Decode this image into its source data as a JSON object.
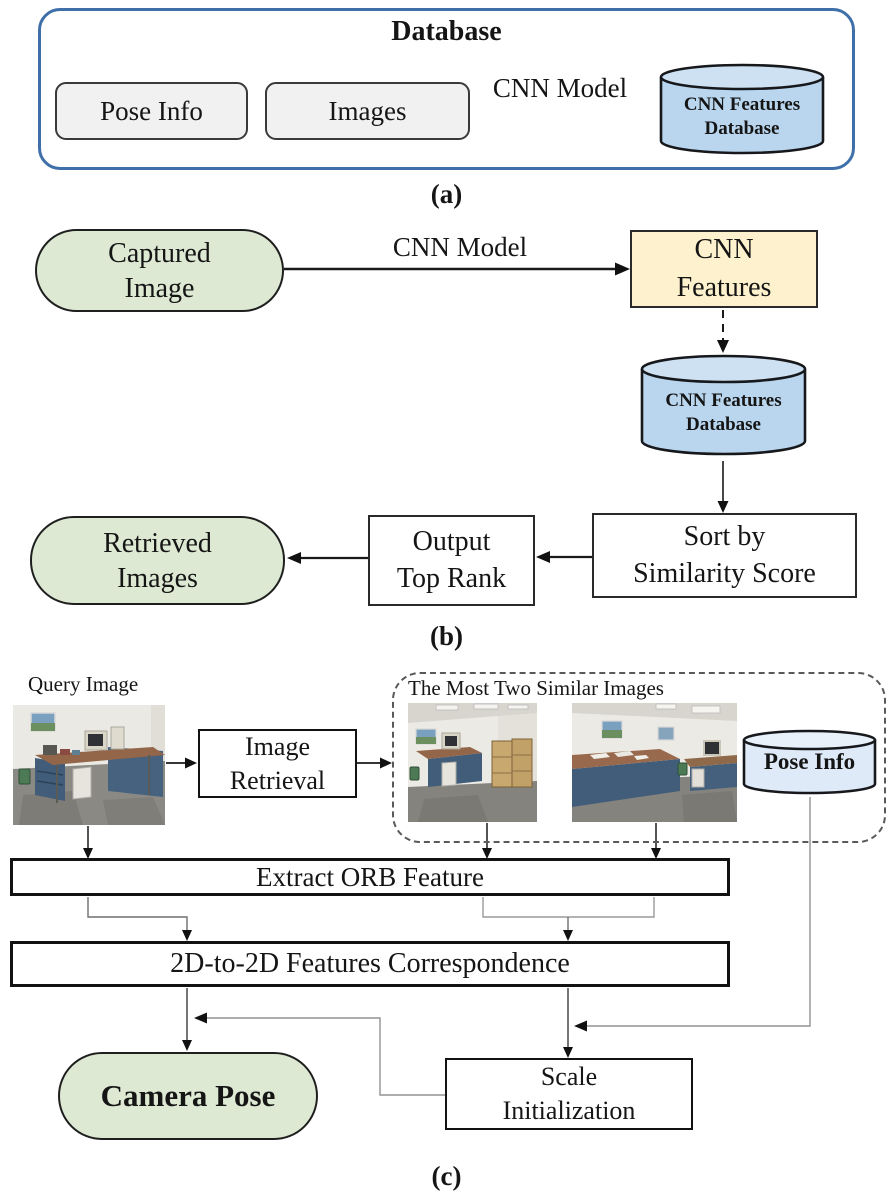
{
  "panel_a": {
    "title": "Database",
    "pose_info_label": "Pose Info",
    "images_label": "Images",
    "cnn_model_label": "CNN Model",
    "cylinder_label": [
      "CNN Features",
      "Database"
    ],
    "caption": "(a)"
  },
  "panel_b": {
    "captured_image": [
      "Captured",
      "Image"
    ],
    "cnn_model_label": "CNN Model",
    "cnn_features": [
      "CNN",
      "Features"
    ],
    "cylinder_label": [
      "CNN Features",
      "Database"
    ],
    "sort_box": [
      "Sort by",
      "Similarity Score"
    ],
    "output_box": [
      "Output",
      "Top Rank"
    ],
    "retrieved_images": [
      "Retrieved",
      "Images"
    ],
    "caption": "(b)"
  },
  "panel_c": {
    "query_image_label": "Query Image",
    "image_retrieval": [
      "Image",
      "Retrieval"
    ],
    "similar_images_label": "The Most Two Similar Images",
    "pose_info_label": "Pose Info",
    "extract_orb_label": "Extract ORB Feature",
    "correspondence_label": "2D-to-2D Features Correspondence",
    "camera_pose_label": "Camera Pose",
    "scale_init": [
      "Scale",
      "Initialization"
    ],
    "caption": "(c)"
  },
  "colors": {
    "green_pill_fill": "#dde9d3",
    "yellow_box_fill": "#fdf2cd",
    "blue_cylinder_body": "#b9d6ee",
    "blue_cylinder_top": "#cde1f2",
    "pose_cylinder_body": "#dfeaf8",
    "gray_node_fill": "#f1f1f1",
    "panel_a_border": "#3f6fa8",
    "dashed_border": "#595959"
  }
}
